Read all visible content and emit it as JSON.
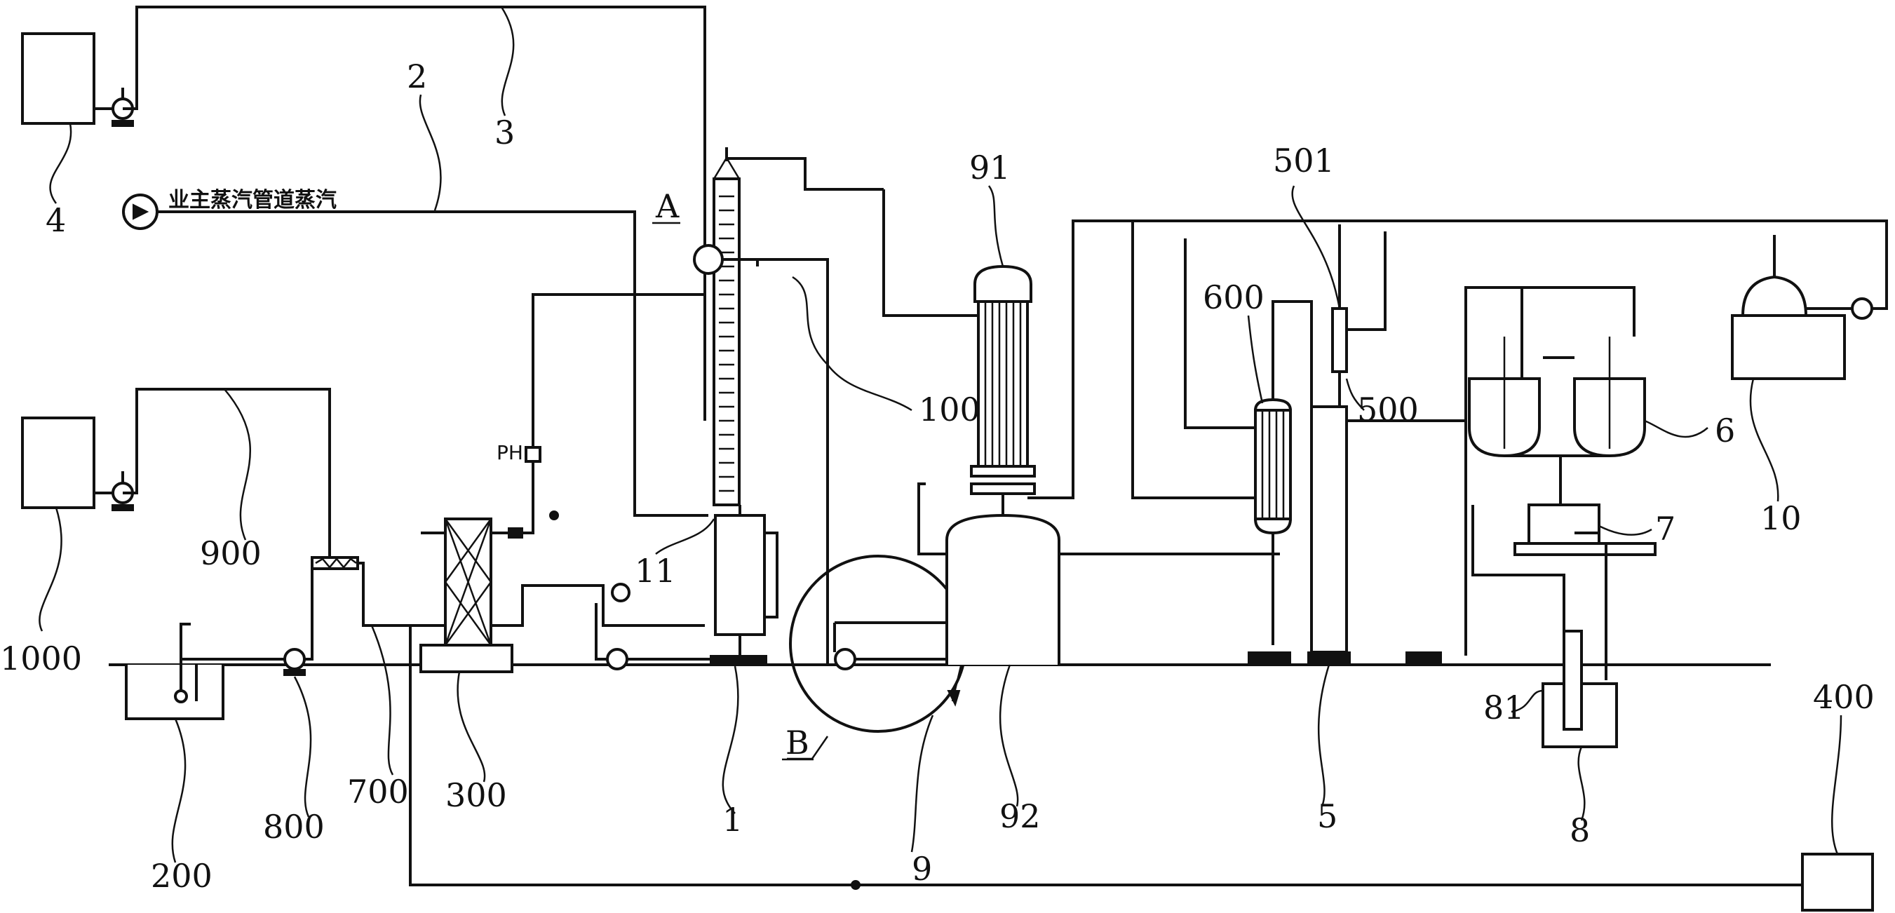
{
  "steam_source_label": "业主蒸汽管道蒸汽",
  "ph_label": "PH",
  "labels": {
    "l1": "1",
    "l2": "2",
    "l3": "3",
    "l4": "4",
    "l5": "5",
    "l6": "6",
    "l7": "7",
    "l8": "8",
    "l9": "9",
    "l10": "10",
    "l11": "11",
    "l81": "81",
    "l91": "91",
    "l92": "92",
    "l100": "100",
    "l200": "200",
    "l300": "300",
    "l400": "400",
    "l500": "500",
    "l501": "501",
    "l600": "600",
    "l700": "700",
    "l800": "800",
    "l900": "900",
    "l1000": "1000",
    "lA": "A",
    "lB": "B"
  }
}
